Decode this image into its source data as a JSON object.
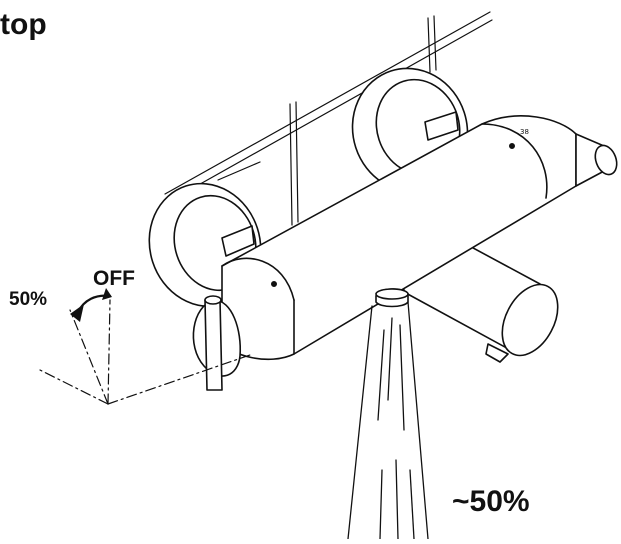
{
  "page": {
    "title": "top"
  },
  "diagram": {
    "label_off": "OFF",
    "label_angle": "50%",
    "label_flow": "~50%",
    "stroke_color": "#111111",
    "background_color": "#ffffff"
  }
}
